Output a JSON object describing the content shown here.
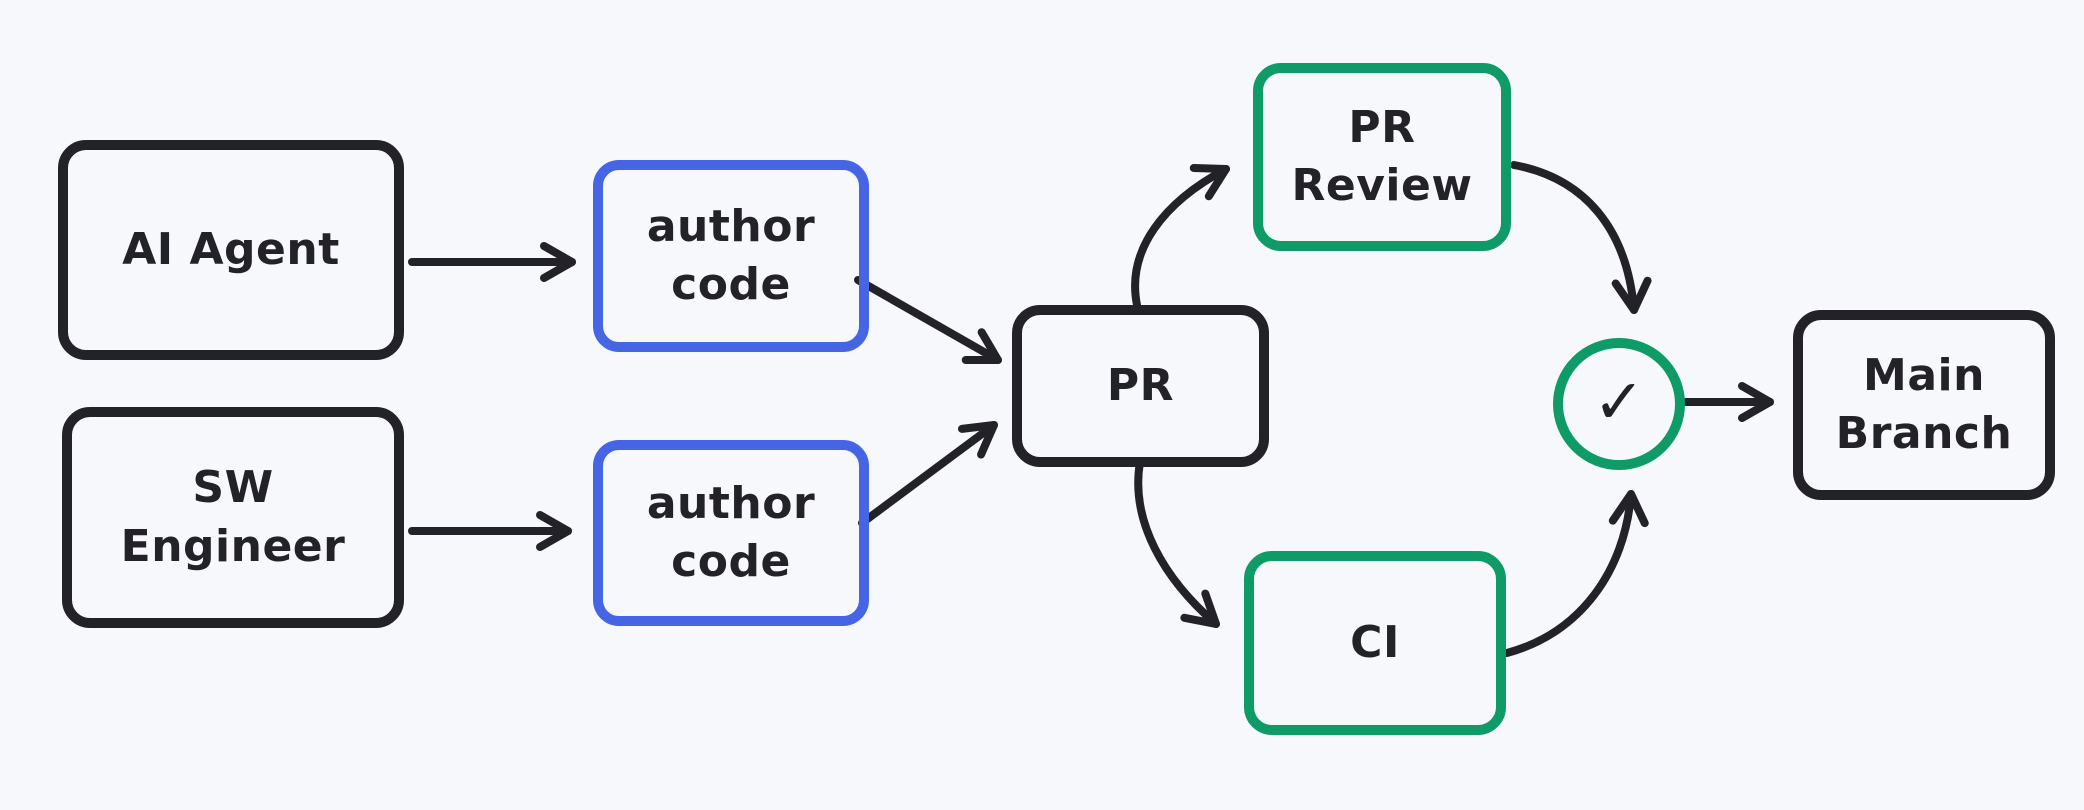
{
  "diagram": {
    "background": "#f7f8fb",
    "colors": {
      "black_stroke": "#222228",
      "blue_stroke": "#4665e4",
      "green_stroke": "#0f9b67"
    },
    "nodes": {
      "ai_agent": {
        "label": "AI Agent"
      },
      "sw_engineer": {
        "label": "SW\nEngineer"
      },
      "author_code_agent": {
        "label": "author\ncode"
      },
      "author_code_engineer": {
        "label": "author\ncode"
      },
      "pr": {
        "label": "PR"
      },
      "pr_review": {
        "label": "PR\nReview"
      },
      "ci": {
        "label": "CI"
      },
      "main_branch": {
        "label": "Main\nBranch"
      },
      "approved_check": {
        "icon": "check-icon",
        "glyph": "✓"
      }
    },
    "edges": [
      {
        "from": "AI Agent",
        "to": "author code (top)"
      },
      {
        "from": "SW Engineer",
        "to": "author code (bottom)"
      },
      {
        "from": "author code (top)",
        "to": "PR"
      },
      {
        "from": "author code (bottom)",
        "to": "PR"
      },
      {
        "from": "PR",
        "to": "PR Review"
      },
      {
        "from": "PR",
        "to": "CI"
      },
      {
        "from": "PR Review",
        "to": "approved check"
      },
      {
        "from": "CI",
        "to": "approved check"
      },
      {
        "from": "approved check",
        "to": "Main Branch"
      }
    ]
  }
}
